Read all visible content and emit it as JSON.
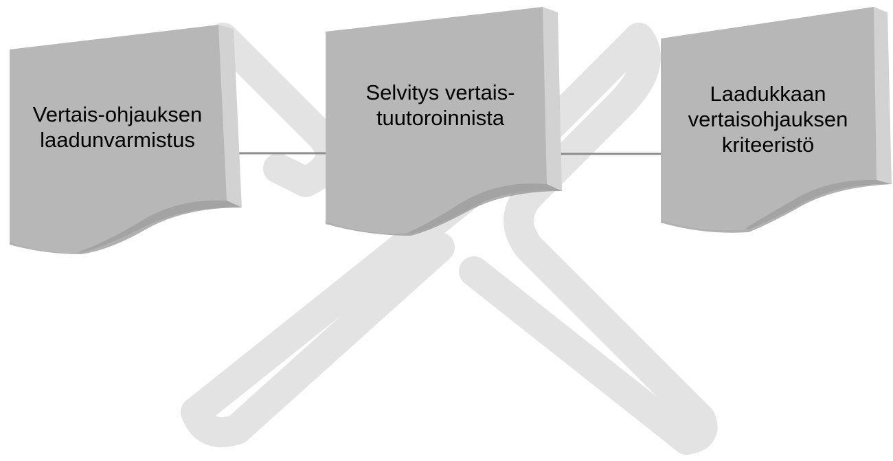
{
  "colors": {
    "doc_front": "#b7b7b7",
    "doc_side": "#d2d2d2",
    "doc_shadow": "#8f8f8f",
    "connector": "#8c8c8c",
    "watermark": "#e3e3e3"
  },
  "watermark": {
    "icon": "x-logo-icon"
  },
  "documents": [
    {
      "label": "Vertais-ohjauksen\nlaadunvarmistus"
    },
    {
      "label": "Selvitys vertais-\ntuutoroinnista"
    },
    {
      "label": "Laadukkaan\nvertaisohjauksen\nkriteeristö"
    }
  ]
}
